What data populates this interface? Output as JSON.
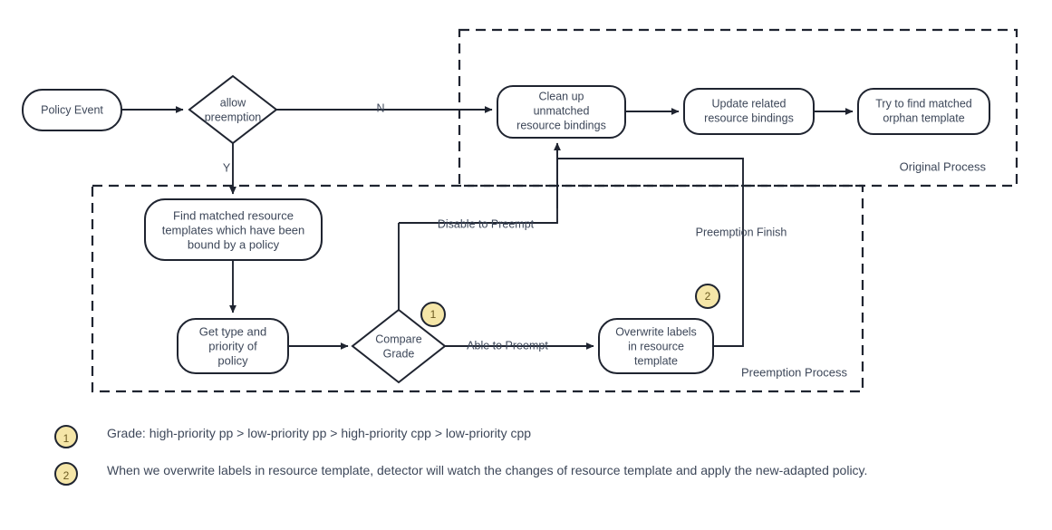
{
  "diagram": {
    "title": "Policy preemption flowchart",
    "colors": {
      "stroke": "#1f2430",
      "text": "#3d4759",
      "badge_fill": "#f5e6a8",
      "badge_text": "#6b5a20",
      "background": "#ffffff"
    },
    "nodes": {
      "policy_event": "Policy Event",
      "allow_preemption_line1": "allow",
      "allow_preemption_line2": "preemption",
      "clean_up_line1": "Clean up",
      "clean_up_line2": "unmatched",
      "clean_up_line3": "resource bindings",
      "update_related_line1": "Update related",
      "update_related_line2": "resource bindings",
      "try_find_line1": "Try to find matched",
      "try_find_line2": "orphan template",
      "find_matched_line1": "Find matched resource",
      "find_matched_line2": "templates which have been",
      "find_matched_line3": "bound by a policy",
      "get_type_line1": "Get type and",
      "get_type_line2": "priority of",
      "get_type_line3": "policy",
      "compare_grade_line1": "Compare",
      "compare_grade_line2": "Grade",
      "overwrite_line1": "Overwrite labels",
      "overwrite_line2": "in resource",
      "overwrite_line3": "template"
    },
    "edge_labels": {
      "no": "N",
      "yes": "Y",
      "disable_to_preempt": "Disable to Preempt",
      "able_to_preempt": "Able to Preempt",
      "preemption_finish": "Preemption Finish"
    },
    "groups": {
      "original_process": "Original Process",
      "preemption_process": "Preemption Process"
    },
    "badges": {
      "one": "1",
      "two": "2"
    }
  },
  "footnotes": [
    {
      "marker": "1",
      "text": "Grade: high-priority pp > low-priority pp > high-priority cpp > low-priority cpp"
    },
    {
      "marker": "2",
      "text": "When we overwrite labels in resource template, detector will watch the changes of resource template and apply the new-adapted policy."
    }
  ]
}
